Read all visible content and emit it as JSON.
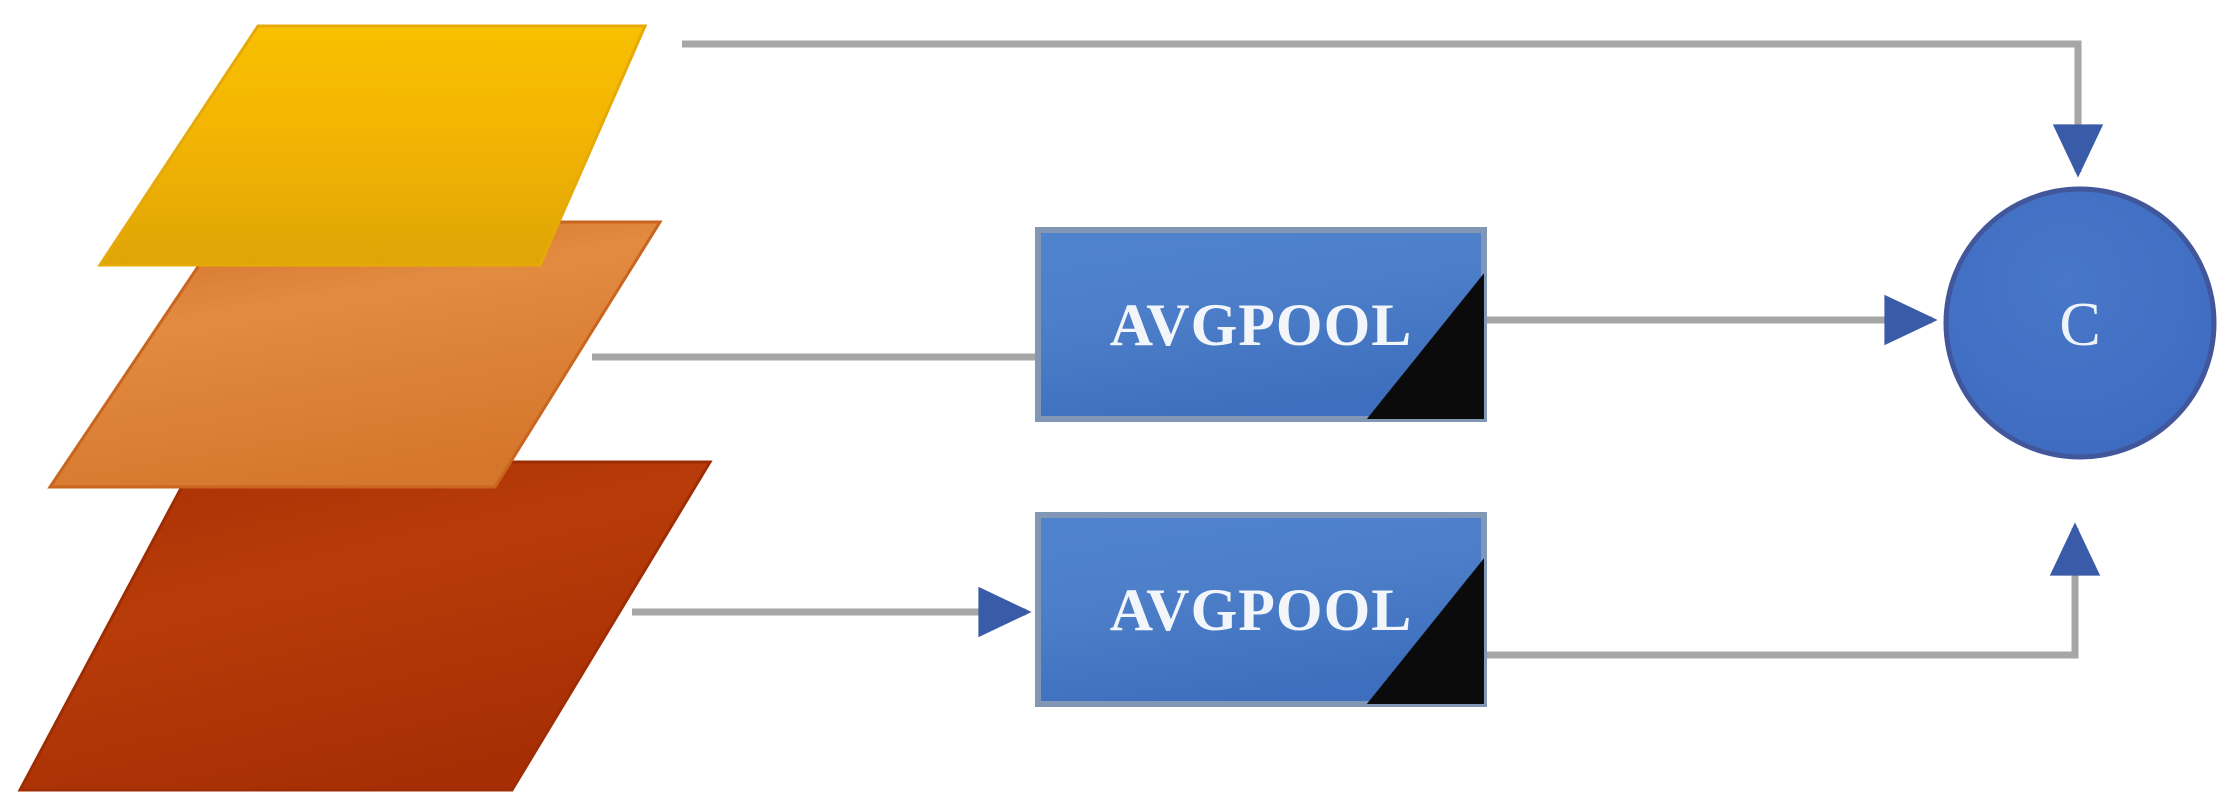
{
  "figure": {
    "type": "architecture-diagram",
    "title": "Multi-scale feature pooling and concatenation diagram",
    "background_color": "#ffffff"
  },
  "feature_maps": [
    {
      "name": "top-feature-map",
      "label": "",
      "color": "#F5B800",
      "color_dark": "#DDA406",
      "outline": "#E9A800"
    },
    {
      "name": "middle-feature-map",
      "label": "",
      "color": "#E08A3C",
      "color_dark": "#C9651F",
      "outline": "#C9651F"
    },
    {
      "name": "bottom-feature-map",
      "label": "",
      "color": "#B53A0A",
      "color_dark": "#9E2D04",
      "outline": "#9E2D04"
    }
  ],
  "blocks": [
    {
      "name": "avgpool-block-1",
      "label": "AVGPOOL",
      "fill_light": "#5B8FD4",
      "fill_dark": "#3A6FBF",
      "corner_color": "#0a0a0a",
      "border_color": "#7F95B8"
    },
    {
      "name": "avgpool-block-2",
      "label": "AVGPOOL",
      "fill_light": "#5B8FD4",
      "fill_dark": "#3A6FBF",
      "corner_color": "#0a0a0a",
      "border_color": "#7F95B8"
    }
  ],
  "nodes": [
    {
      "name": "concat-node",
      "label": "C",
      "fill": "#3F6FC4",
      "stroke": "#41569B",
      "text_color": "#EEF3FA"
    }
  ],
  "connectors": [
    {
      "name": "top-map-to-concat",
      "from": "top-feature-map",
      "to": "concat-node",
      "arrowhead": "down",
      "color": "#A6A6A6"
    },
    {
      "name": "middle-map-to-avgpool-1",
      "from": "middle-feature-map",
      "to": "avgpool-block-1",
      "arrowhead": "none",
      "color": "#A6A6A6"
    },
    {
      "name": "avgpool-1-to-concat",
      "from": "avgpool-block-1",
      "to": "concat-node",
      "arrowhead": "right",
      "color": "#A6A6A6"
    },
    {
      "name": "bottom-map-to-avgpool-2",
      "from": "bottom-feature-map",
      "to": "avgpool-block-2",
      "arrowhead": "right",
      "color": "#A6A6A6"
    },
    {
      "name": "avgpool-2-to-concat",
      "from": "avgpool-block-2",
      "to": "concat-node",
      "arrowhead": "up",
      "color": "#A6A6A6"
    }
  ],
  "colors": {
    "connector": "#A6A6A6",
    "arrowhead": "#3A5BA8",
    "block_blue": "#4A7FCB",
    "node_blue": "#3F6FC4"
  }
}
